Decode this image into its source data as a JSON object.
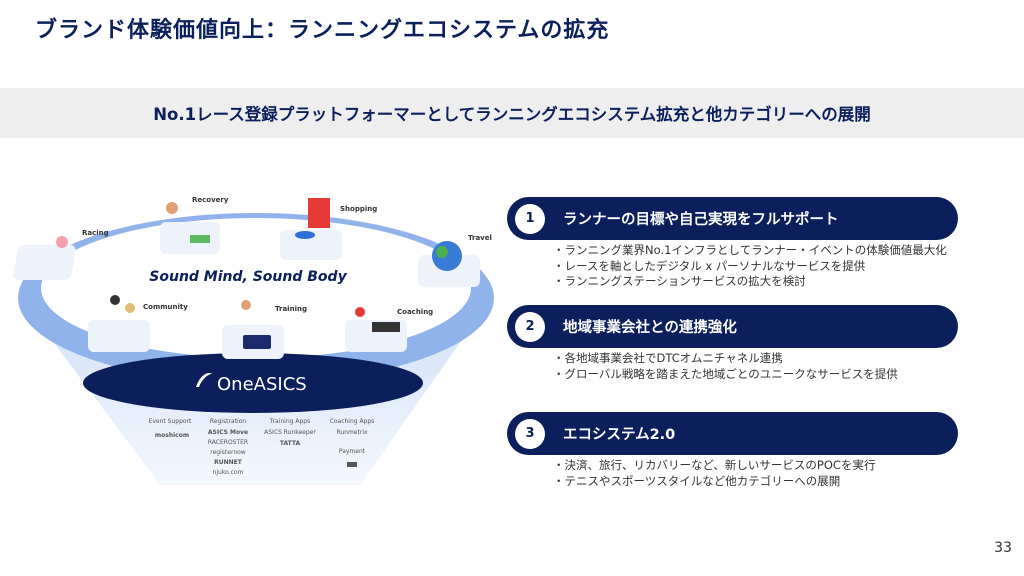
{
  "title": "ブランド体験価値向上：ランニングエコシステムの拡充",
  "banner": "No.1レース登録プラットフォーマーとしてランニングエコシステム拡充と他カテゴリーへの展開",
  "illustration": {
    "slogan": "Sound Mind, Sound Body",
    "platform": "OneASICS",
    "tiles": [
      "Racing",
      "Recovery",
      "Shopping",
      "Travel",
      "Community",
      "Training",
      "Coaching"
    ],
    "categories": [
      {
        "label": "Event Support",
        "brands": [
          "moshicom"
        ]
      },
      {
        "label": "Registration",
        "brands": [
          "ASICS Move",
          "RACEROSTER",
          "registernow",
          "RUNNET",
          "njuko.com"
        ]
      },
      {
        "label": "Training Apps",
        "brands": [
          "ASICS Runkeeper",
          "TATTA"
        ]
      },
      {
        "label": "Coaching Apps",
        "brands": [
          "Runmetrix"
        ]
      },
      {
        "label": "Payment",
        "brands": []
      }
    ]
  },
  "sections": [
    {
      "num": "1",
      "label": "ランナーの目標や自己実現をフルサポート",
      "bullets": [
        "・ランニング業界No.1インフラとしてランナー・イベントの体験価値最大化",
        "・レースを軸としたデジタル x パーソナルなサービスを提供",
        "・ランニングステーションサービスの拡大を検討"
      ]
    },
    {
      "num": "2",
      "label": "地域事業会社との連携強化",
      "bullets": [
        "・各地域事業会社でDTCオムニチャネル連携",
        "・グローバル戦略を踏まえた地域ごとのユニークなサービスを提供"
      ]
    },
    {
      "num": "3",
      "label": "エコシステム2.0",
      "bullets": [
        "・決済、旅行、リカバリーなど、新しいサービスのPOCを実行",
        "・テニスやスポーツスタイルなど他カテゴリーへの展開"
      ]
    }
  ],
  "page_number": "33"
}
